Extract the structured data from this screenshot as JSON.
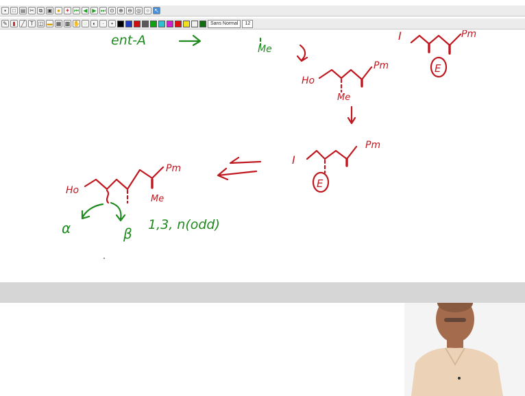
{
  "toolbar_top": {
    "icons": [
      "save-icon",
      "new-icon",
      "open-icon",
      "cut-icon",
      "copy-icon",
      "paste-icon",
      "marker-icon",
      "pin-icon",
      "first-page-icon",
      "prev-page-icon",
      "next-page-icon",
      "last-page-icon",
      "zoom-fit-icon",
      "zoom-in-icon",
      "zoom-out-icon",
      "zoom-page-icon",
      "zoom-width-icon",
      "select-icon"
    ]
  },
  "toolbar_bottom": {
    "tools": [
      "pen-icon",
      "highlighter-icon",
      "line-icon",
      "text-icon",
      "shape-icon",
      "eraser-icon",
      "grid-icon",
      "image-icon",
      "hand-icon",
      "lasso-icon",
      "color-icon"
    ],
    "colors": [
      "#000000",
      "#1f3fbf",
      "#d01010",
      "#5a5a5a",
      "#10a010",
      "#30c0d0",
      "#d020d0",
      "#e01010",
      "#f0e020",
      "#f0f0f0",
      "#107010"
    ],
    "font_name": "Sans Normal",
    "font_size": "12"
  },
  "whiteboard": {
    "ent_label": "ent-A",
    "me_label": "Me",
    "top_I_label": "I",
    "top_right_partial": "Pm",
    "E_label": "E",
    "HO_label": "Ho",
    "pm_label": "Pm",
    "I_label": "I",
    "left_HO_label": "Ho",
    "left_me_label": "Me",
    "alpha_label": "α",
    "beta_label": "β",
    "rule_label": "1,3, n(odd)"
  },
  "colors": {
    "red_ink": "#c0161e",
    "green_ink": "#1e8a1e",
    "band": "#d6d6d6"
  }
}
